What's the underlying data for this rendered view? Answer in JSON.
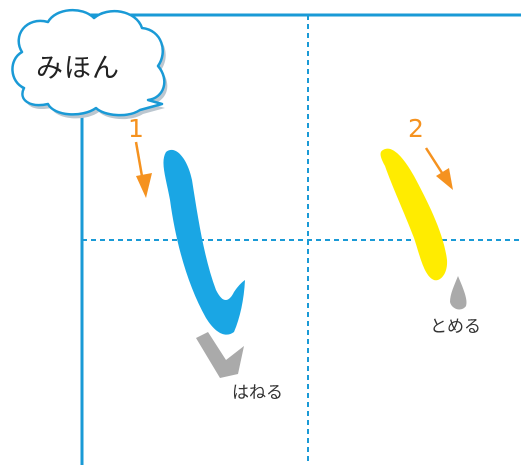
{
  "sample_label": "みほん",
  "strokes": [
    {
      "order": "1",
      "color": "#1aa6e4",
      "ending": "はねる"
    },
    {
      "order": "2",
      "color": "#ffec00",
      "ending": "とめる"
    }
  ],
  "colors": {
    "grid": "#1a9ad6",
    "arrow": "#f5921f",
    "ending_mark": "#aaaaaa",
    "cloud_border": "#1a9ad6"
  }
}
